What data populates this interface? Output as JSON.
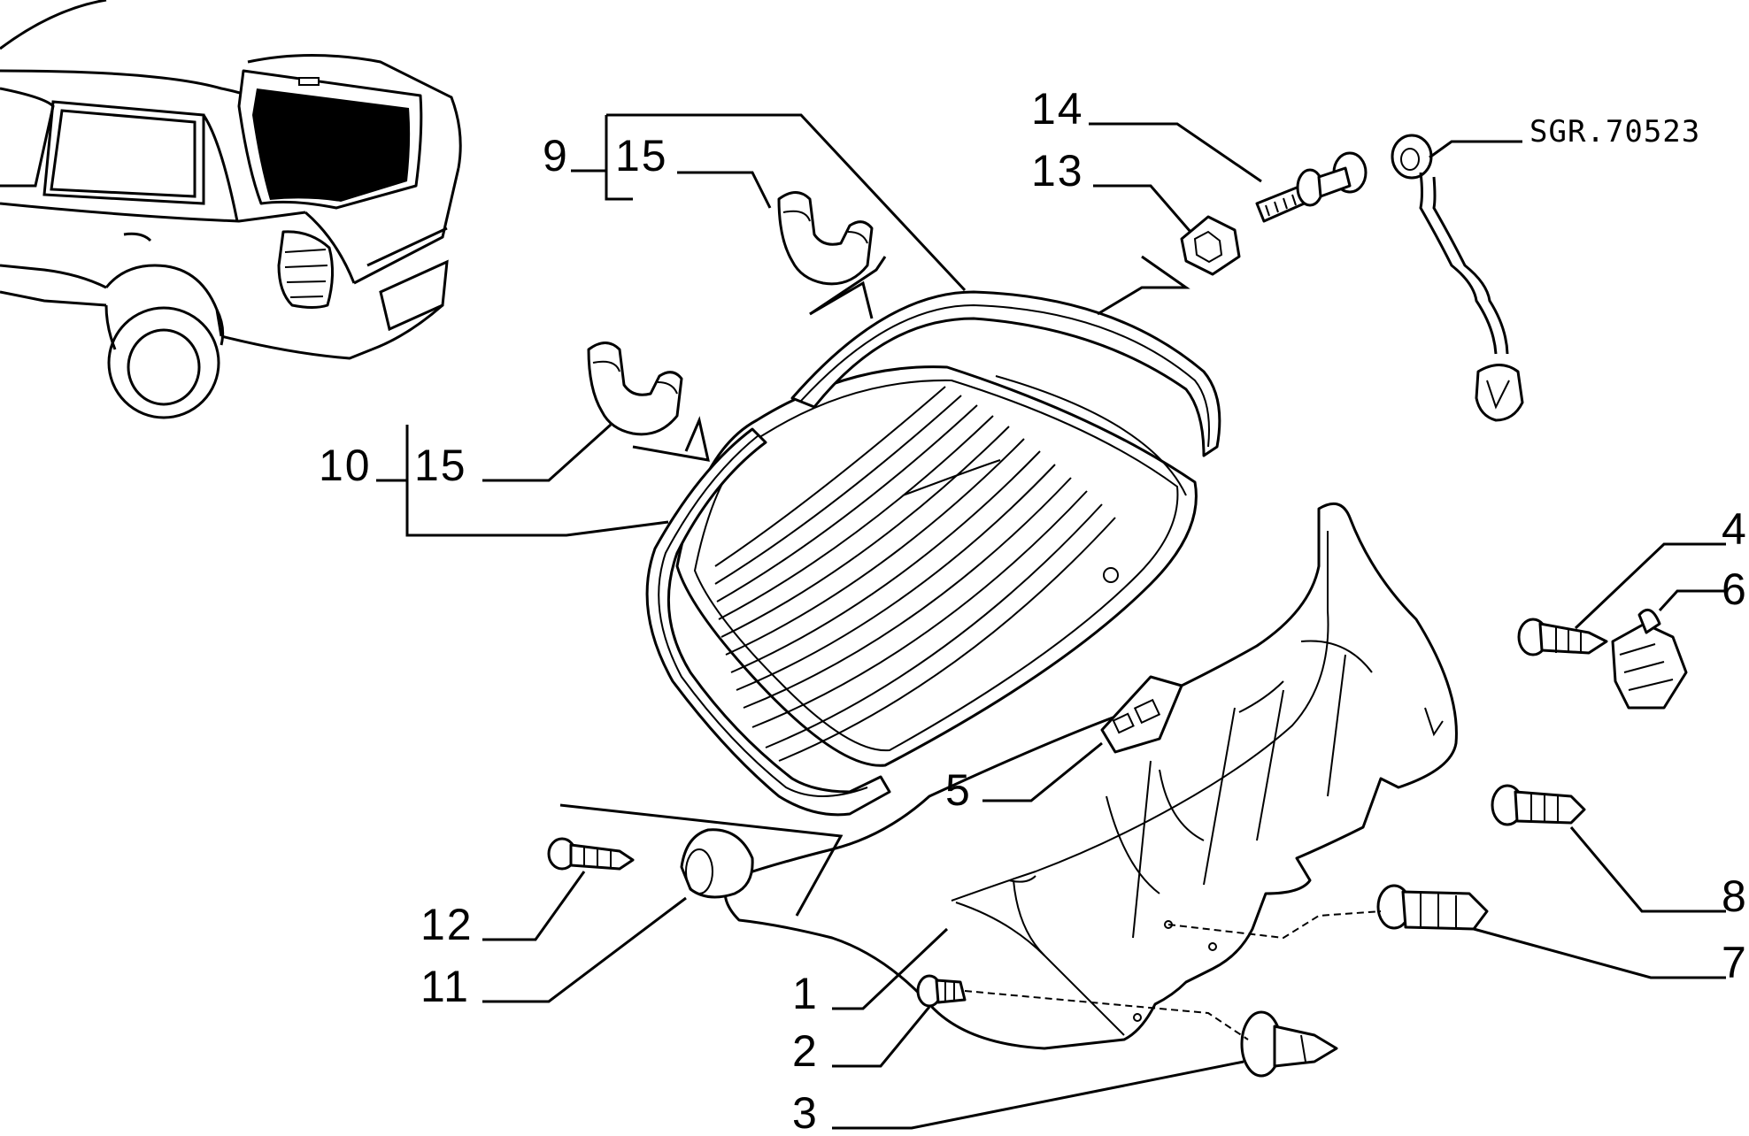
{
  "reference_code": "SGR.70523",
  "callouts": {
    "c1": "1",
    "c2": "2",
    "c3": "3",
    "c4": "4",
    "c5": "5",
    "c6": "6",
    "c7": "7",
    "c8": "8",
    "c9": "9",
    "c10": "10",
    "c11": "11",
    "c12": "12",
    "c13": "13",
    "c14": "14",
    "c15a": "15",
    "c15b": "15"
  }
}
